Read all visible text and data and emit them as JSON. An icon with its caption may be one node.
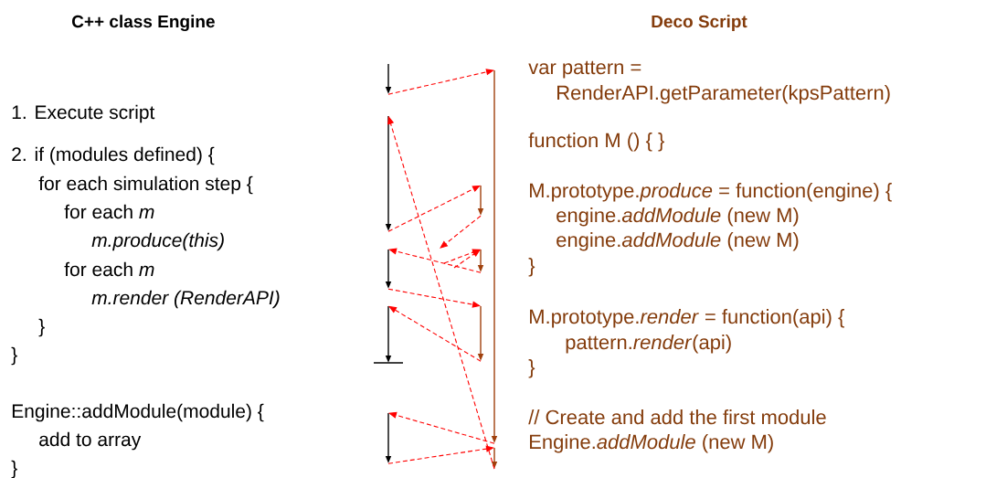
{
  "diagram": {
    "nodes": [
      {
        "text": [],
        "shape": "bar"
      },
      {
        "text": [],
        "shape": "bar"
      },
      {
        "text": [],
        "shape": "bar"
      },
      {
        "text": [],
        "shape": "bar"
      },
      {
        "text": [],
        "shape": "bar"
      },
      {
        "text": [],
        "shape": "bar"
      },
      {
        "text": [],
        "shape": "bar"
      },
      {
        "text": [],
        "shape": "bar"
      },
      {
        "text": [],
        "shape": "bar"
      },
      {
        "text": [],
        "shape": "bar"
      }
    ],
    "edges": [
      {
        "from": 0,
        "to": 5,
        "arrow": "to",
        "style": "dashed"
      },
      {
        "from": 1,
        "to": 6,
        "arrow": "to",
        "style": "dashed"
      },
      {
        "from": 6,
        "to": null,
        "arrow": "to",
        "style": "dashed"
      },
      {
        "from": null,
        "to": 7,
        "arrow": "to",
        "style": "dashed"
      },
      {
        "from": null,
        "to": 7,
        "arrow": "to",
        "style": "dashed"
      },
      {
        "from": 7,
        "to": 2,
        "arrow": "to",
        "style": "dashed"
      },
      {
        "from": 2,
        "to": 8,
        "arrow": "to",
        "style": "dashed"
      },
      {
        "from": 8,
        "to": 3,
        "arrow": "to",
        "style": "dashed"
      },
      {
        "from": 5,
        "to": 4,
        "arrow": "to",
        "style": "dashed"
      },
      {
        "from": 4,
        "to": 9,
        "arrow": "to",
        "style": "dashed"
      },
      {
        "from": 9,
        "to": 1,
        "arrow": "to",
        "style": "dashed"
      }
    ],
    "labels": [
      "C++ class Engine",
      "Deco Script",
      "1. Execute script",
      "2. if (modules defined) {",
      "for each simulation step {",
      "for each *m*",
      "m.produce(this)",
      "for each *m*",
      "m.render (RenderAPI)",
      "}",
      "}",
      "Engine::addModule(module) {",
      "add to array",
      "}",
      "var pattern =",
      "RenderAPI.getParameter(kpsPattern)",
      "function M () { }",
      "M.prototype.*produce* = function(engine) {",
      "engine.*addModule* (new M)",
      "engine.*addModule* (new M)",
      "}",
      "M.prototype.*render* = function(api) {",
      "pattern.*render*(api)",
      "}",
      "// Create and add the first module",
      "Engine.*addModule* (new M)"
    ]
  }
}
